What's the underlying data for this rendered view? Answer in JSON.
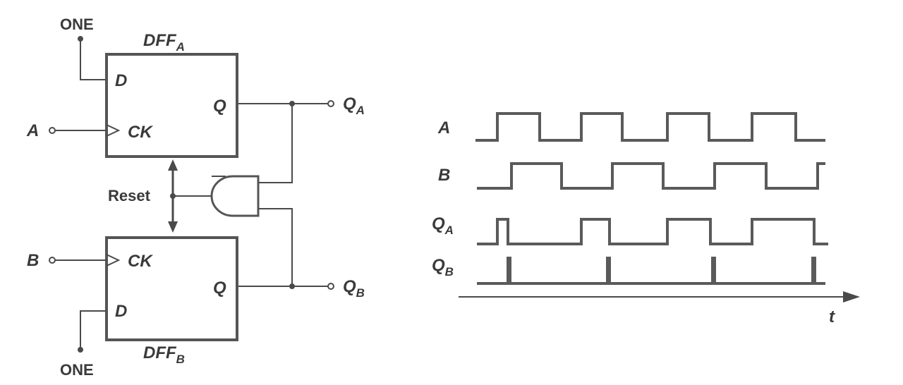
{
  "circuit": {
    "one_top": "ONE",
    "one_bottom": "ONE",
    "dff_a": {
      "name": "DFF",
      "sub": "A",
      "d": "D",
      "ck": "CK",
      "q": "Q"
    },
    "dff_b": {
      "name": "DFF",
      "sub": "B",
      "d": "D",
      "ck": "CK",
      "q": "Q"
    },
    "input_a": "A",
    "input_b": "B",
    "reset": "Reset",
    "out_qa": {
      "main": "Q",
      "sub": "A"
    },
    "out_qb": {
      "main": "Q",
      "sub": "B"
    }
  },
  "timing": {
    "labels": [
      {
        "main": "A",
        "sub": ""
      },
      {
        "main": "B",
        "sub": ""
      },
      {
        "main": "Q",
        "sub": "A"
      },
      {
        "main": "Q",
        "sub": "B"
      }
    ],
    "time_label": "t"
  },
  "colors": {
    "stroke": "#555555",
    "text": "#3a3a3a",
    "background": "#ffffff"
  }
}
